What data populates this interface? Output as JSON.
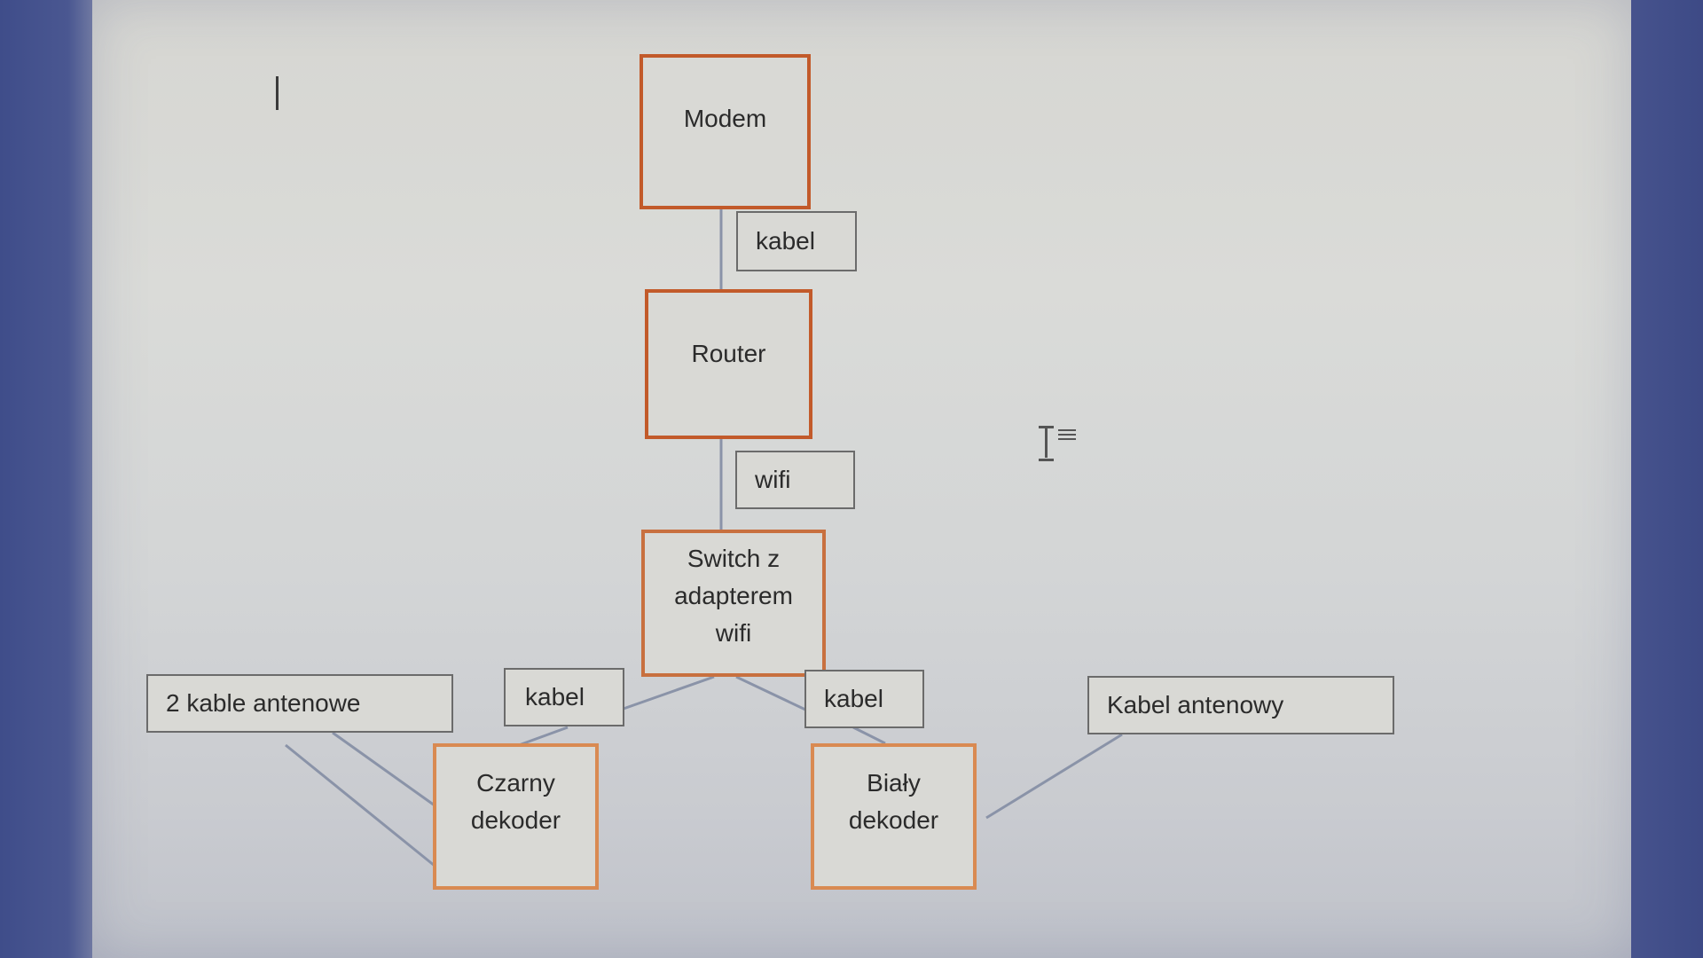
{
  "diagram": {
    "nodes": {
      "modem": "Modem",
      "router": "Router",
      "switch": "Switch z\nadapterem\nwifi",
      "czarny_dekoder": "Czarny\ndekoder",
      "bialy_dekoder": "Biały\ndekoder"
    },
    "edge_labels": {
      "modem_router": "kabel",
      "router_switch": "wifi",
      "switch_czarny": "kabel",
      "switch_bialy": "kabel",
      "antenna_czarny": "2 kable antenowe",
      "antenna_bialy": "Kabel antenowy"
    }
  },
  "colors": {
    "node_border": "#c8703f",
    "label_border": "#6b6b6b",
    "connector": "#8a93a8"
  },
  "icons": [
    "text-cursor-icon",
    "ibeam-cursor-icon"
  ]
}
